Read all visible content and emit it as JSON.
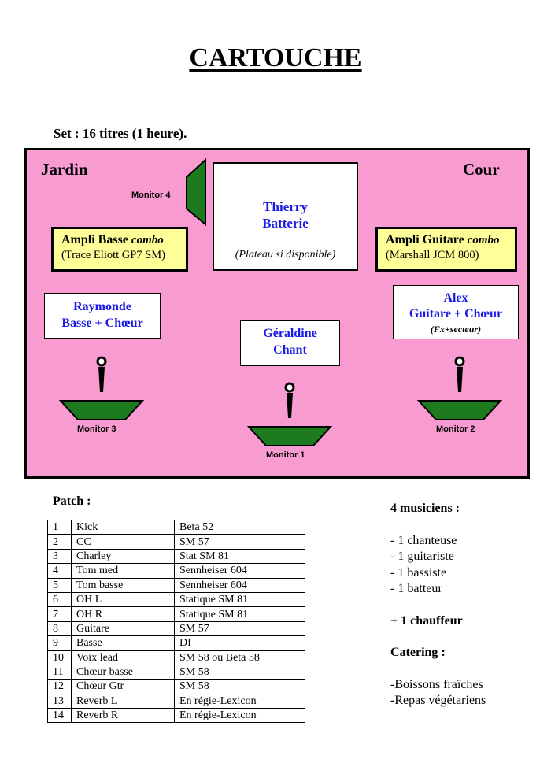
{
  "title": "CARTOUCHE",
  "set": {
    "label": "Set",
    "text": " : 16 titres (1 heure)."
  },
  "stage": {
    "left_label": "Jardin",
    "right_label": "Cour",
    "drums": {
      "name": "Thierry",
      "instrument": "Batterie",
      "note": "(Plateau si disponible)"
    },
    "amp_bass": {
      "title": "Ampli Basse",
      "suffix": "combo",
      "model": "(Trace Eliott GP7 SM)"
    },
    "amp_guitar": {
      "title": "Ampli Guitare",
      "suffix": "combo",
      "model": "(Marshall JCM 800)"
    },
    "raymonde": {
      "name": "Raymonde",
      "role": "Basse + Chœur"
    },
    "geraldine": {
      "name": "Géraldine",
      "role": "Chant"
    },
    "alex": {
      "name": "Alex",
      "role": "Guitare + Chœur",
      "note": "(Fx+secteur)"
    },
    "monitors": {
      "m1": "Monitor 1",
      "m2": "Monitor 2",
      "m3": "Monitor 3",
      "m4": "Monitor 4"
    },
    "colors": {
      "stage": "#f79bd1",
      "amp": "#ffff99",
      "monitor": "#1e7a1e",
      "names": "#1a1ae6"
    }
  },
  "patch": {
    "label": "Patch",
    "sep": " :",
    "rows": [
      [
        "1",
        "Kick",
        "Beta 52"
      ],
      [
        "2",
        "CC",
        "SM 57"
      ],
      [
        "3",
        "Charley",
        "Stat SM 81"
      ],
      [
        "4",
        "Tom med",
        "Sennheiser 604"
      ],
      [
        "5",
        "Tom basse",
        "Sennheiser 604"
      ],
      [
        "6",
        "OH L",
        "Statique SM 81"
      ],
      [
        "7",
        "OH R",
        "Statique SM 81"
      ],
      [
        "8",
        "Guitare",
        "SM 57"
      ],
      [
        "9",
        "Basse",
        "DI"
      ],
      [
        "10",
        "Voix lead",
        "SM 58 ou Beta 58"
      ],
      [
        "11",
        "Chœur basse",
        "SM 58"
      ],
      [
        "12",
        "Chœur Gtr",
        "SM 58"
      ],
      [
        "13",
        "Reverb L",
        "En régie-Lexicon"
      ],
      [
        "14",
        "Reverb R",
        "En régie-Lexicon"
      ]
    ]
  },
  "musicians": {
    "heading": "4 musiciens",
    "sep": " :",
    "items": [
      "- 1 chanteuse",
      "- 1 guitariste",
      "- 1 bassiste",
      "- 1 batteur"
    ],
    "extra": "+ 1 chauffeur"
  },
  "catering": {
    "heading": "Catering",
    "sep": " :",
    "items": [
      "-Boissons fraîches",
      "-Repas végétariens"
    ]
  }
}
